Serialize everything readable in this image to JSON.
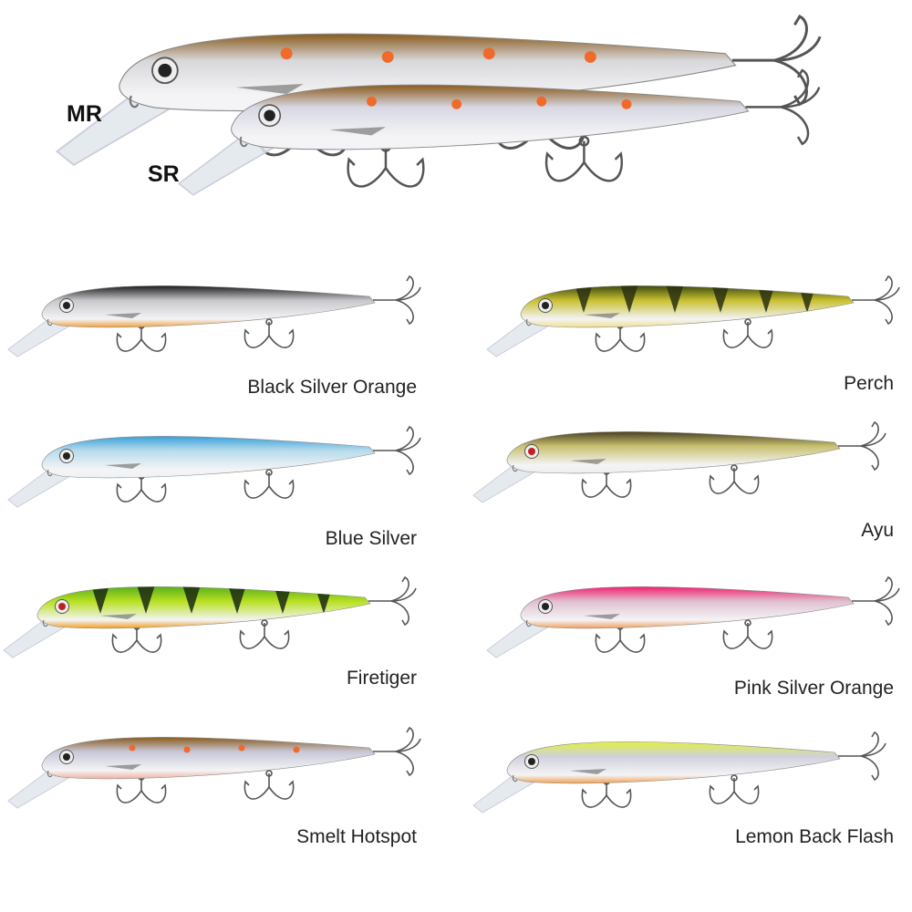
{
  "hero": {
    "mr_label": "MR",
    "sr_label": "SR",
    "mr_colors": {
      "back": "#8a5a1c",
      "mid": "#d8d8dc",
      "belly": "#f4f4f6",
      "spots": "#f06a2a"
    },
    "sr_colors": {
      "back": "#8a5a1c",
      "mid": "#d8d8e4",
      "belly": "#f4f4f8",
      "spots": "#f06a2a"
    }
  },
  "variants": [
    {
      "name": "Black Silver Orange",
      "colors": {
        "back": "#1c1c1c",
        "mid": "#c8c8cc",
        "belly": "#f0a040",
        "pattern": "none"
      }
    },
    {
      "name": "Perch",
      "colors": {
        "back": "#3c4a10",
        "mid": "#c8c030",
        "belly": "#f0e090",
        "pattern": "bars",
        "bar": "#2a3010"
      }
    },
    {
      "name": "Blue Silver",
      "colors": {
        "back": "#3aa0d8",
        "mid": "#b8dcec",
        "belly": "#eef2f4",
        "pattern": "none"
      }
    },
    {
      "name": "Ayu",
      "colors": {
        "back": "#4a4020",
        "mid": "#c8c070",
        "belly": "#eeeeea",
        "pattern": "none"
      }
    },
    {
      "name": "Firetiger",
      "colors": {
        "back": "#5ab020",
        "mid": "#b8e020",
        "belly": "#f0a020",
        "pattern": "bars",
        "bar": "#1a2a10"
      }
    },
    {
      "name": "Pink Silver Orange",
      "colors": {
        "back": "#f02070",
        "mid": "#e0c0d0",
        "belly": "#f0a060",
        "pattern": "none"
      }
    },
    {
      "name": "Smelt Hotspot",
      "colors": {
        "back": "#8a5a1c",
        "mid": "#c8c8d8",
        "belly": "#f0b0a0",
        "pattern": "spots",
        "bar": "#f06a2a"
      }
    },
    {
      "name": "Lemon Back Flash",
      "colors": {
        "back": "#e0f040",
        "mid": "#d0d0dc",
        "belly": "#f0a050",
        "pattern": "none"
      }
    }
  ]
}
